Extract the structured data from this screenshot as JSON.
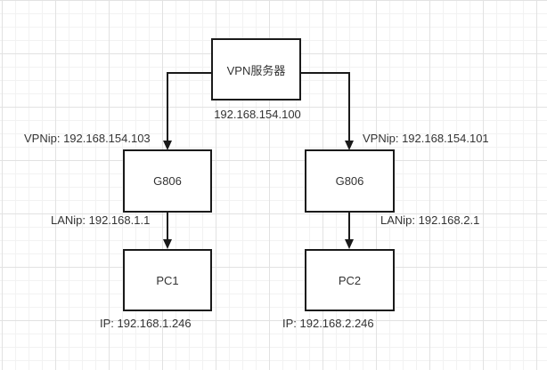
{
  "diagram": {
    "nodes": {
      "vpn_server": {
        "label": "VPN服务器"
      },
      "gateway_left": {
        "label": "G806"
      },
      "gateway_right": {
        "label": "G806"
      },
      "pc1": {
        "label": "PC1"
      },
      "pc2": {
        "label": "PC2"
      }
    },
    "labels": {
      "vpn_server_ip": "192.168.154.100",
      "vpnip_left": "VPNip: 192.168.154.103",
      "vpnip_right": "VPNip: 192.168.154.101",
      "lanip_left": "LANip: 192.168.1.1",
      "lanip_right": "LANip: 192.168.2.1",
      "pc1_ip": "IP: 192.168.1.246",
      "pc2_ip": "IP: 192.168.2.246"
    },
    "colors": {
      "stroke": "#1a1a1a",
      "text": "#333333",
      "background": "#ffffff",
      "grid_minor": "#f2f2f2",
      "grid_major": "#e2e2e2"
    }
  }
}
